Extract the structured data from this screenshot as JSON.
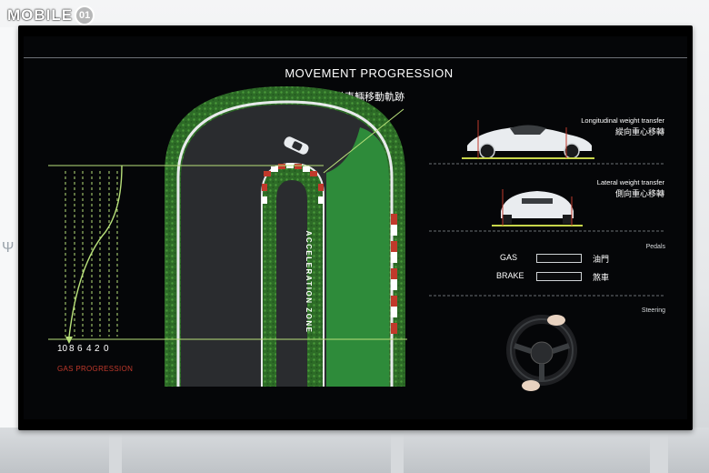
{
  "watermark": {
    "wordmark": "MOBILE",
    "badge": "01"
  },
  "slide": {
    "title": "MOVEMENT PROGRESSION",
    "subtitle": "彎道車輛移動軌跡",
    "acceleration_zone": "ACCELERATION ZONE",
    "gas_progression_label": "GAS PROGRESSION",
    "scale": [
      "10",
      "8",
      "6",
      "4",
      "2",
      "0"
    ]
  },
  "right_panel": {
    "longitudinal": {
      "label": "Longitudinal weight transfer",
      "cn": "縱向重心移轉"
    },
    "lateral": {
      "label": "Lateral weight transfer",
      "cn": "側向重心移轉"
    },
    "pedals": {
      "section": "Pedals",
      "gas": "GAS",
      "gas_cn": "油門",
      "brake": "BRAKE",
      "brake_cn": "煞車"
    },
    "steering": {
      "section": "Steering"
    }
  },
  "colors": {
    "grass": "#2f7a2a",
    "accel": "#2e8b3a",
    "asphalt": "#2a2c2f",
    "kerb_red": "#c0392b",
    "guide": "#b8e07a"
  }
}
